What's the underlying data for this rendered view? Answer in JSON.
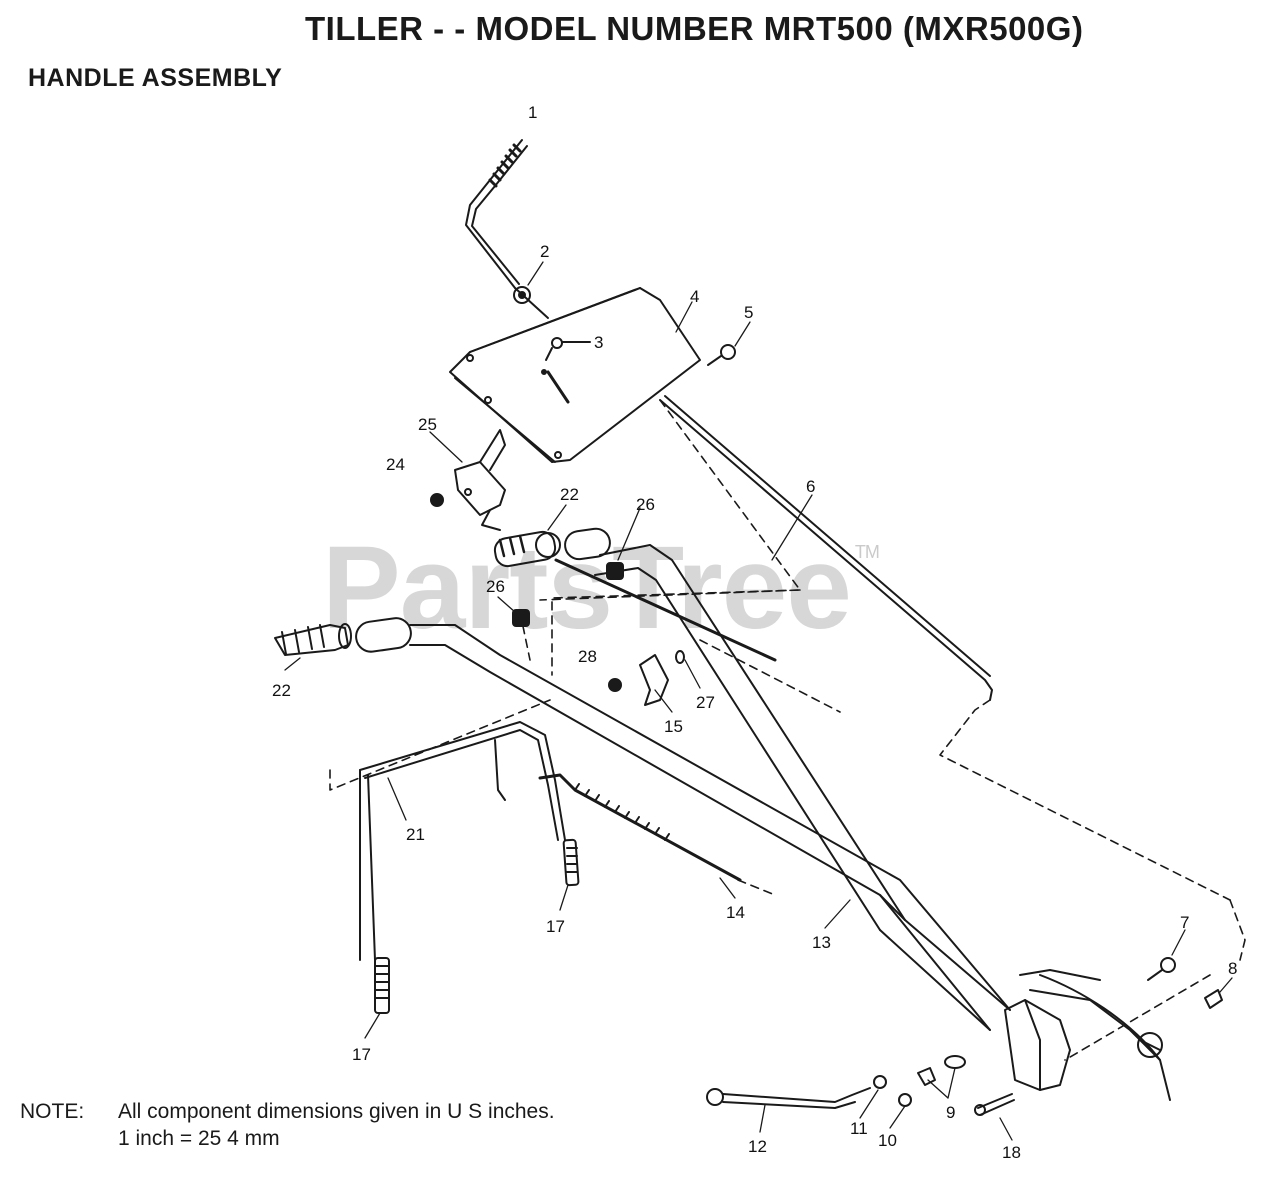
{
  "title": "TILLER - - MODEL NUMBER MRT500 (MXR500G)",
  "subtitle": "HANDLE ASSEMBLY",
  "watermark": {
    "text": "PartsTree",
    "tm": "TM"
  },
  "note": {
    "label": "NOTE:",
    "line1": "All component dimensions given in U S  inches.",
    "line2": "1 inch = 25 4 mm"
  },
  "callouts": {
    "c1": "1",
    "c2": "2",
    "c3": "3",
    "c4": "4",
    "c5": "5",
    "c6": "6",
    "c7": "7",
    "c8": "8",
    "c9": "9",
    "c10": "10",
    "c11": "11",
    "c12": "12",
    "c13": "13",
    "c14": "14",
    "c15": "15",
    "c17a": "17",
    "c17b": "17",
    "c18": "18",
    "c21": "21",
    "c22a": "22",
    "c22b": "22",
    "c24": "24",
    "c25": "25",
    "c26a": "26",
    "c26b": "26",
    "c27": "27",
    "c28": "28"
  }
}
